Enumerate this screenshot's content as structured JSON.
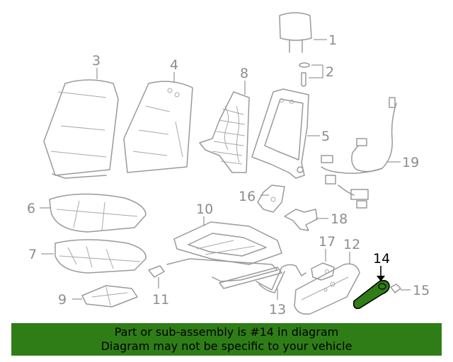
{
  "diagram": {
    "callouts": [
      "1",
      "2",
      "3",
      "4",
      "5",
      "6",
      "7",
      "8",
      "9",
      "10",
      "11",
      "12",
      "13",
      "14",
      "15",
      "16",
      "17",
      "18",
      "19"
    ],
    "highlighted_part": "14",
    "highlight_color": "#2f7d16"
  },
  "banner": {
    "line1": "Part or sub-assembly is #14 in diagram",
    "line2": "Diagram may not be specific to your vehicle",
    "background": "#2f7d16"
  }
}
